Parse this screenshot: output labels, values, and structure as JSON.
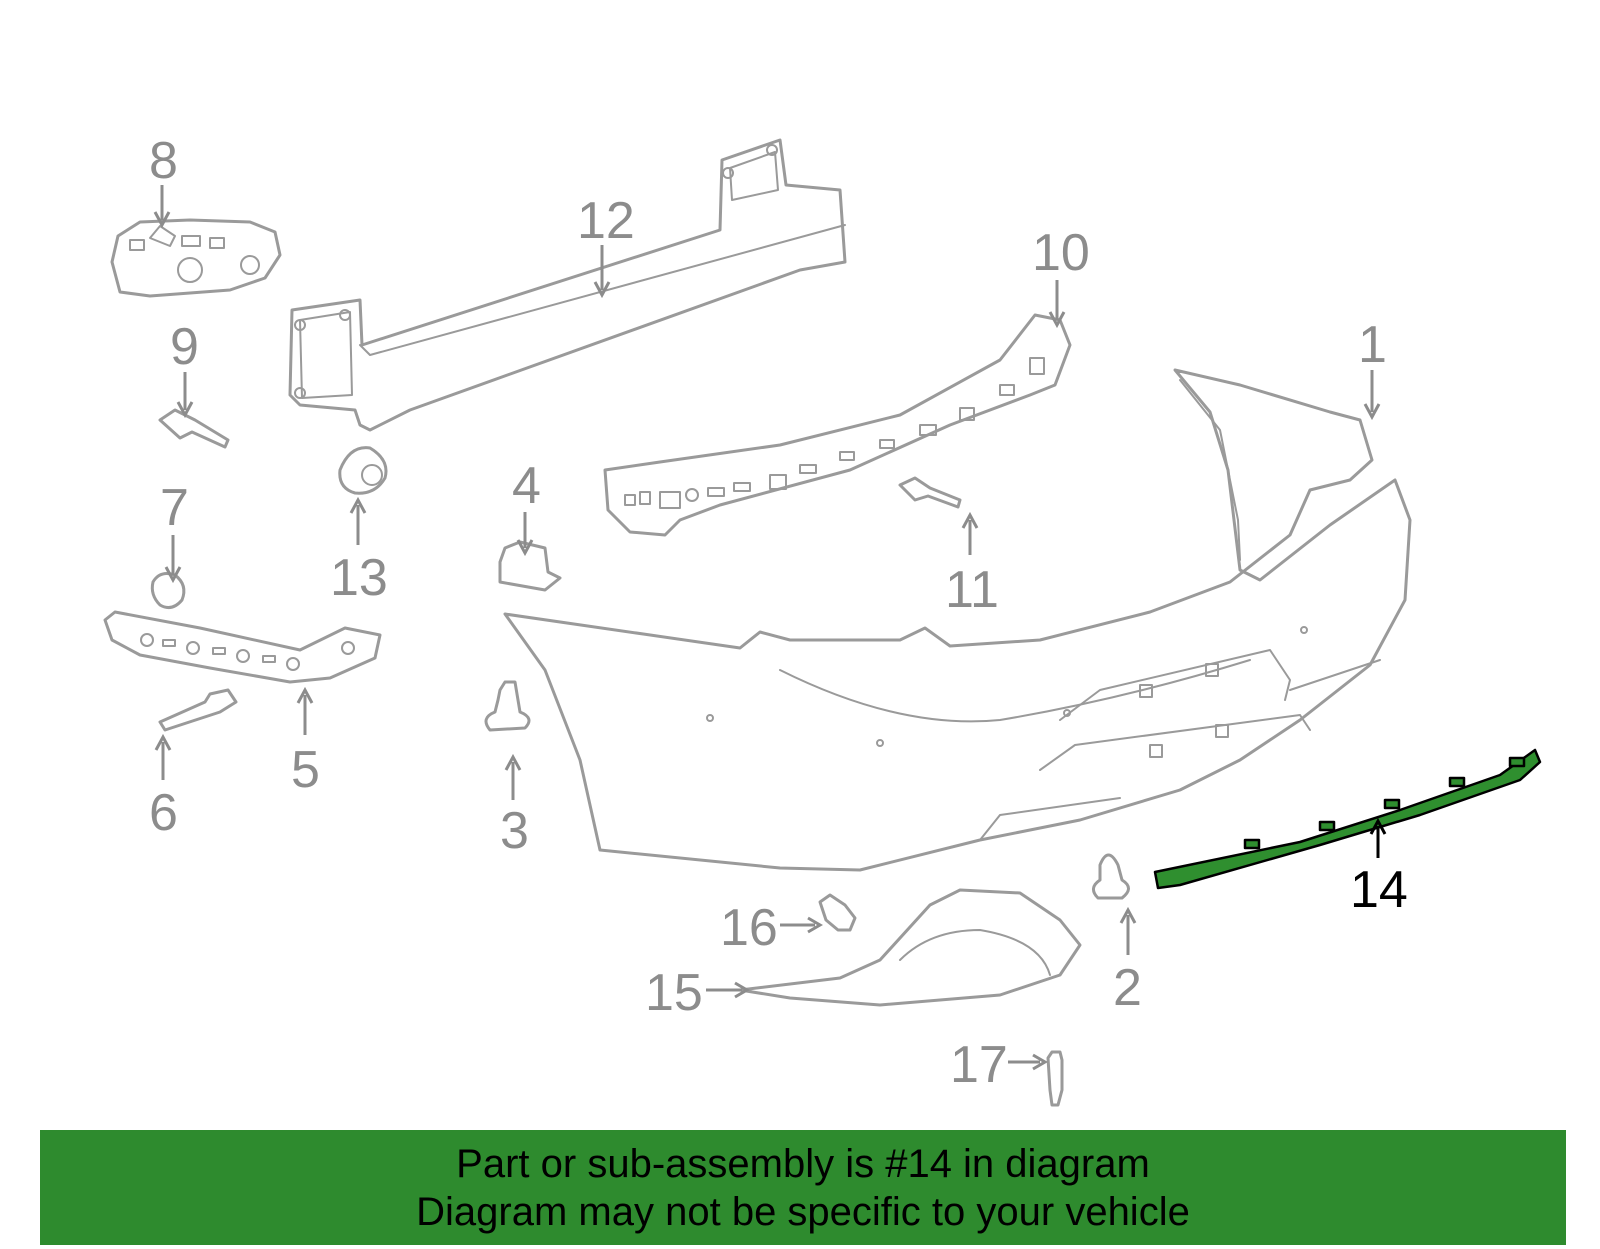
{
  "diagram": {
    "callouts": {
      "c1": "1",
      "c2": "2",
      "c3": "3",
      "c4": "4",
      "c5": "5",
      "c6": "6",
      "c7": "7",
      "c8": "8",
      "c9": "9",
      "c10": "10",
      "c11": "11",
      "c12": "12",
      "c13": "13",
      "c14": "14",
      "c15": "15",
      "c16": "16",
      "c17": "17"
    },
    "highlighted_part": "14",
    "colors": {
      "part_outline": "#9a9a9a",
      "callout_text": "#8c8c8c",
      "highlight_fill": "#2f8f2f",
      "banner": "#2e8b2e"
    }
  },
  "footer": {
    "line1": "Part or sub-assembly is #14 in diagram",
    "line2": "Diagram may not be specific to your vehicle"
  }
}
